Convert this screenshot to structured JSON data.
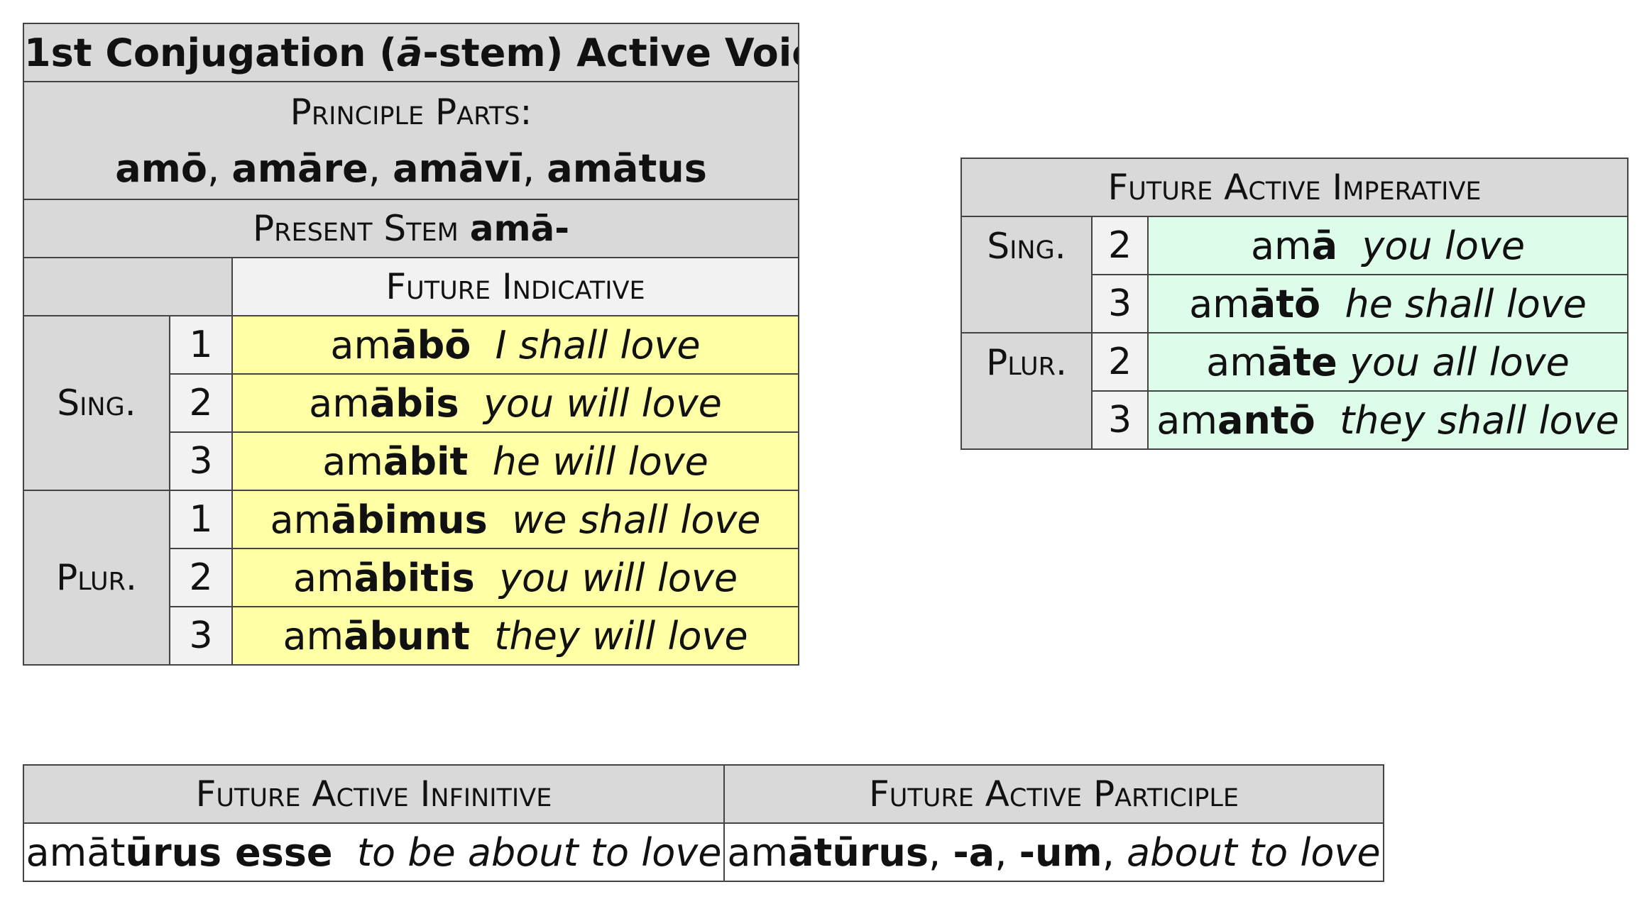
{
  "main": {
    "title_pre": "1st Conjugation (",
    "title_vowel": "ā",
    "title_post": "-stem) Active Voice",
    "principle_parts_label": "Principle Parts:",
    "principle_parts": [
      {
        "text": "amō",
        "sep": ", "
      },
      {
        "text": "amāre",
        "sep": ", "
      },
      {
        "text": "amāvī",
        "sep": ", "
      },
      {
        "text": "amātus",
        "sep": ""
      }
    ],
    "present_stem_label": "Present Stem",
    "present_stem": "amā-",
    "column_header": "Future Indicative",
    "sing_label": "Sing.",
    "plur_label": "Plur.",
    "rows": [
      {
        "person": "1",
        "stem": "am",
        "ending": "ābō",
        "translation": "I shall love"
      },
      {
        "person": "2",
        "stem": "am",
        "ending": "ābis",
        "translation": "you will love"
      },
      {
        "person": "3",
        "stem": "am",
        "ending": "ābit",
        "translation": "he will love"
      },
      {
        "person": "1",
        "stem": "am",
        "ending": "ābimus",
        "translation": "we shall love"
      },
      {
        "person": "2",
        "stem": "am",
        "ending": "ābitis",
        "translation": "you will love"
      },
      {
        "person": "3",
        "stem": "am",
        "ending": "ābunt",
        "translation": "they will love"
      }
    ]
  },
  "imperative": {
    "header": "Future Active Imperative",
    "sing_label": "Sing.",
    "plur_label": "Plur.",
    "rows": [
      {
        "person": "2",
        "stem": "am",
        "ending": "ā",
        "translation": "you love"
      },
      {
        "person": "3",
        "stem": "am",
        "ending": "ātō",
        "translation": "he shall love"
      },
      {
        "person": "2",
        "stem": "am",
        "ending": "āte",
        "translation": "you all love"
      },
      {
        "person": "3",
        "stem": "am",
        "ending": "antō",
        "translation": "they shall love"
      }
    ]
  },
  "nonfinite": {
    "infinitive_header": "Future Active Infinitive",
    "participle_header": "Future Active Participle",
    "infinitive": {
      "stem": "amāt",
      "ending": "ūrus esse",
      "translation": "to be about to love"
    },
    "participle": {
      "stem": "am",
      "ending": "ātūrus",
      "sep1": ", ",
      "fem": "-a",
      "sep2": ", ",
      "neut": "-um",
      "sep3": ", ",
      "translation": "about to love"
    }
  },
  "colors": {
    "header_gray": "#d9d9d9",
    "light_gray": "#f2f2f2",
    "indicative_yellow": "#ffffa6",
    "imperative_green": "#defcea",
    "border": "#444444"
  }
}
